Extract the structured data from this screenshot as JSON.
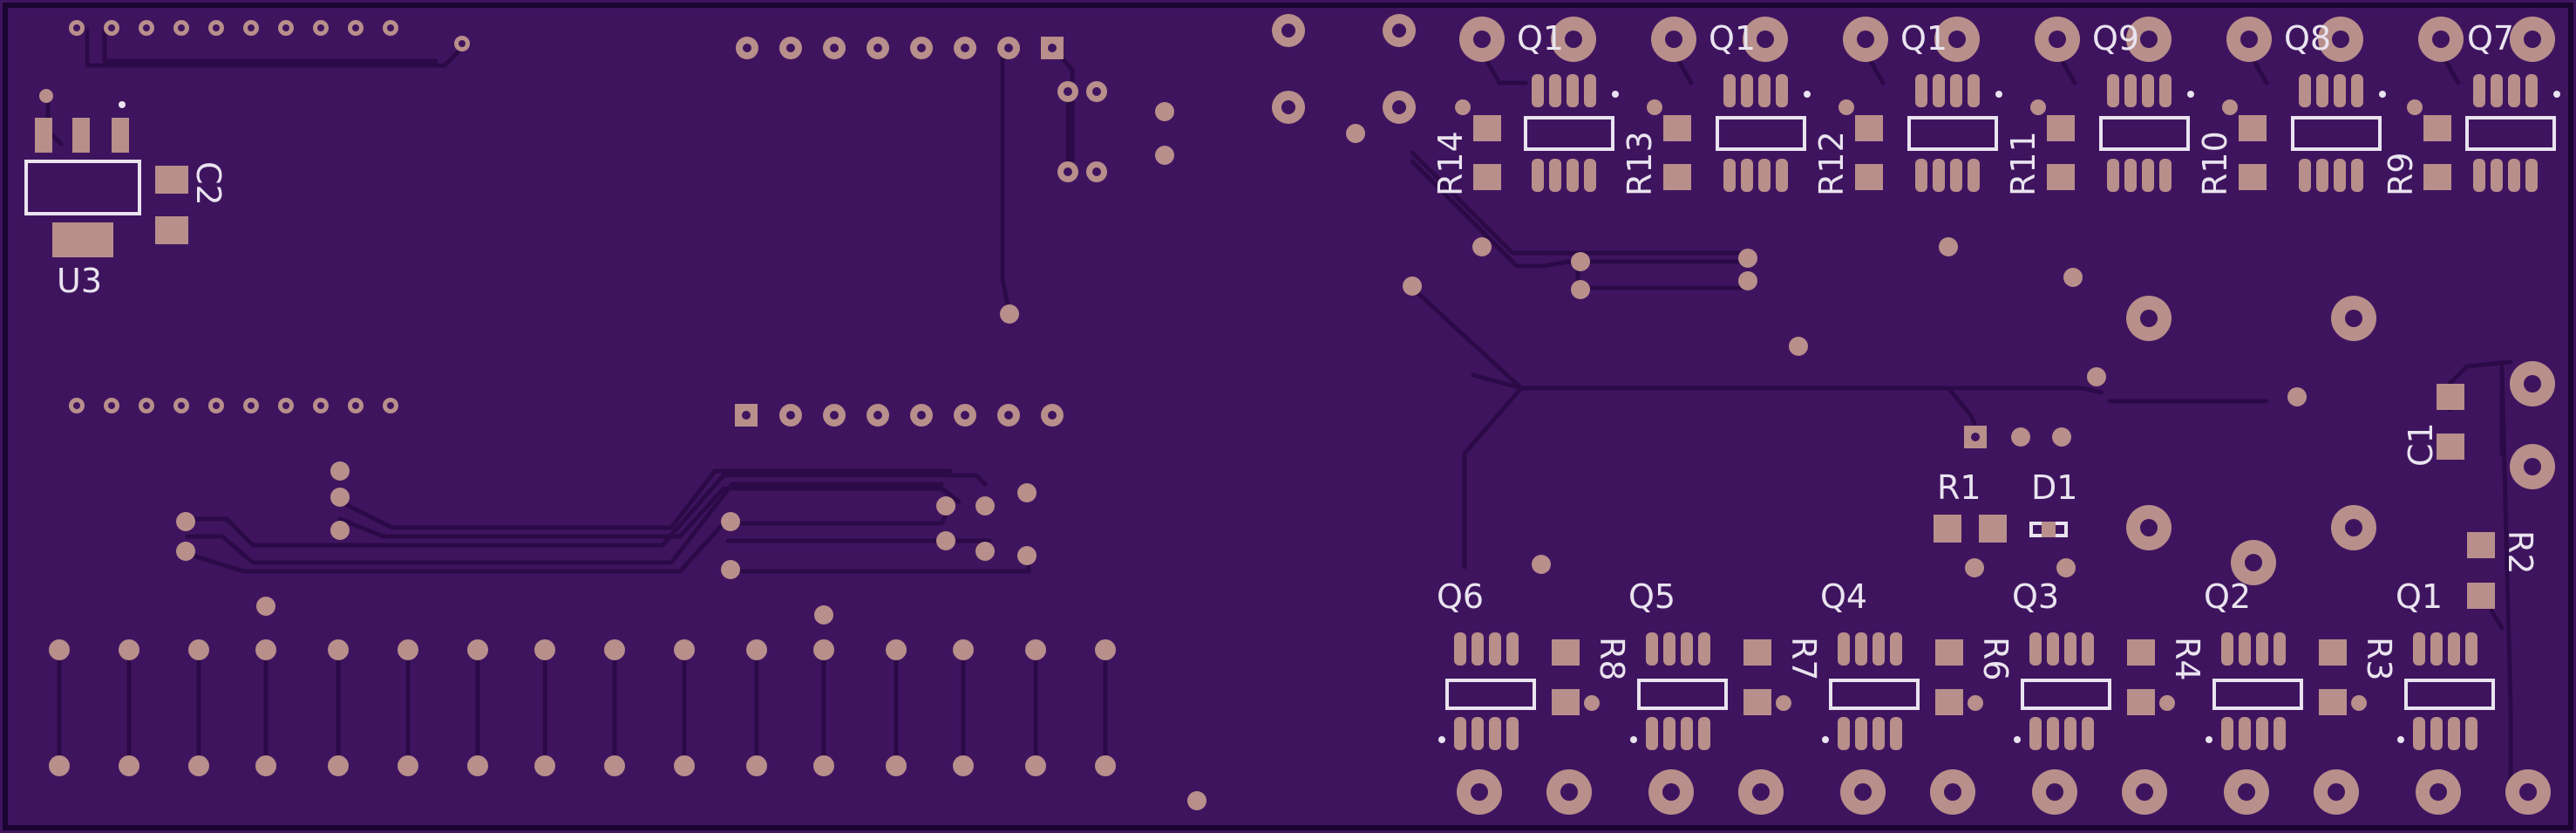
{
  "board": {
    "background": "#3f145f",
    "pad_color": "#b88f8a",
    "silk_color": "#e9e4ef",
    "trace_color": "#2a0a45"
  },
  "silkscreen": {
    "u3": "U3",
    "c2": "C2",
    "c1": "C1",
    "r1": "R1",
    "d1": "D1",
    "r2": "R2",
    "top_q": [
      "Q1",
      "Q1",
      "Q1",
      "Q9",
      "Q8",
      "Q7"
    ],
    "top_r": [
      "R14",
      "R13",
      "R12",
      "R11",
      "R10",
      "R9"
    ],
    "bottom_q": [
      "Q6",
      "Q5",
      "Q4",
      "Q3",
      "Q2",
      "Q1"
    ],
    "bottom_r": [
      "R8",
      "R7",
      "R6",
      "R4",
      "R3"
    ]
  }
}
